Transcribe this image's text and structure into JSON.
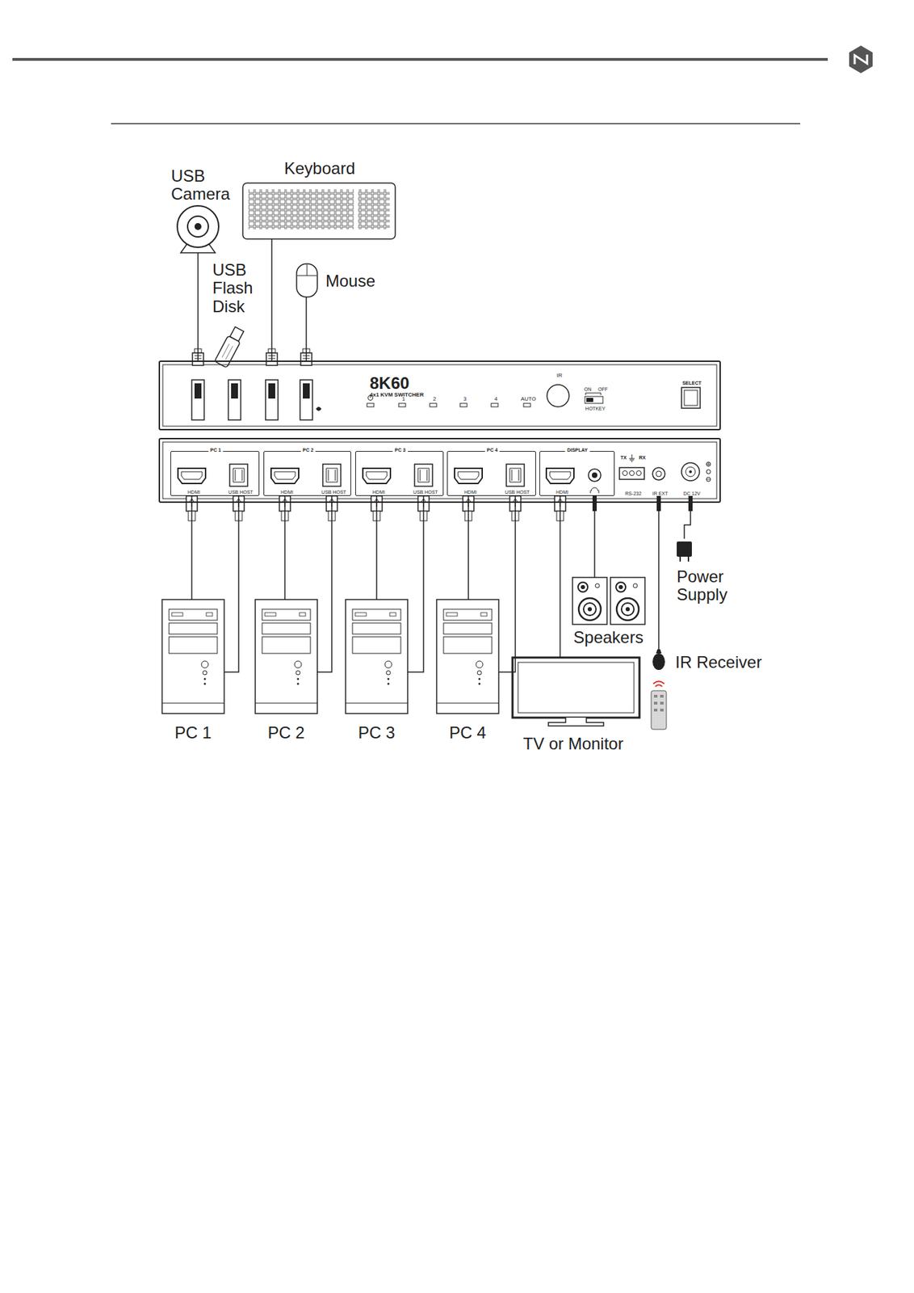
{
  "diagram": {
    "nodes": [
      {
        "text": [
          "USB Camera"
        ]
      },
      {
        "text": [
          "Keyboard"
        ]
      },
      {
        "text": [
          "USB Flash Disk"
        ]
      },
      {
        "text": [
          "Mouse"
        ]
      },
      {
        "text": [
          "8K60",
          "4x1 KVM SWITCHER",
          "1",
          "2",
          "3",
          "4",
          "AUTO",
          "IR",
          "ON",
          "OFF",
          "HOTKEY",
          "SELECT"
        ]
      },
      {
        "text": [
          "TX",
          "RX",
          "RS-232",
          "IR EXT",
          "DC 12V"
        ]
      },
      {
        "text": [
          "PC 1",
          "HDMI",
          "USB HOST"
        ],
        "in": 5
      },
      {
        "text": [
          "PC 2",
          "HDMI",
          "USB HOST"
        ],
        "in": 5
      },
      {
        "text": [
          "PC 3",
          "HDMI",
          "USB HOST"
        ],
        "in": 5
      },
      {
        "text": [
          "PC 4",
          "HDMI",
          "USB HOST"
        ],
        "in": 5
      },
      {
        "text": [
          "DISPLAY",
          "HDMI"
        ],
        "in": 5
      },
      {
        "text": [
          "PC 1"
        ]
      },
      {
        "text": [
          "PC 2"
        ]
      },
      {
        "text": [
          "PC 3"
        ]
      },
      {
        "text": [
          "PC 4"
        ]
      },
      {
        "text": [
          "TV or Monitor"
        ]
      },
      {
        "text": [
          "Speakers"
        ]
      },
      {
        "text": [
          "Power Supply"
        ]
      },
      {
        "text": [
          "IR Receiver"
        ]
      }
    ],
    "edges": [
      {
        "from": 0,
        "to": 4,
        "arrow": "none"
      },
      {
        "from": 1,
        "to": 4,
        "arrow": "none"
      },
      {
        "from": 3,
        "to": 4,
        "arrow": "none"
      },
      {
        "from": 6,
        "to": 11,
        "arrow": "none"
      },
      {
        "from": 6,
        "to": 11,
        "arrow": "none"
      },
      {
        "from": 7,
        "to": 12,
        "arrow": "none"
      },
      {
        "from": 7,
        "to": 12,
        "arrow": "none"
      },
      {
        "from": 8,
        "to": 13,
        "arrow": "none"
      },
      {
        "from": 8,
        "to": 13,
        "arrow": "none"
      },
      {
        "from": 9,
        "to": 14,
        "arrow": "none"
      },
      {
        "from": 9,
        "to": 14,
        "arrow": "none"
      },
      {
        "from": 10,
        "to": 15,
        "arrow": "none"
      },
      {
        "from": 10,
        "to": 16,
        "arrow": "none"
      },
      {
        "from": 5,
        "to": 17,
        "arrow": "none"
      },
      {
        "from": 5,
        "to": 18,
        "arrow": "none"
      }
    ]
  }
}
